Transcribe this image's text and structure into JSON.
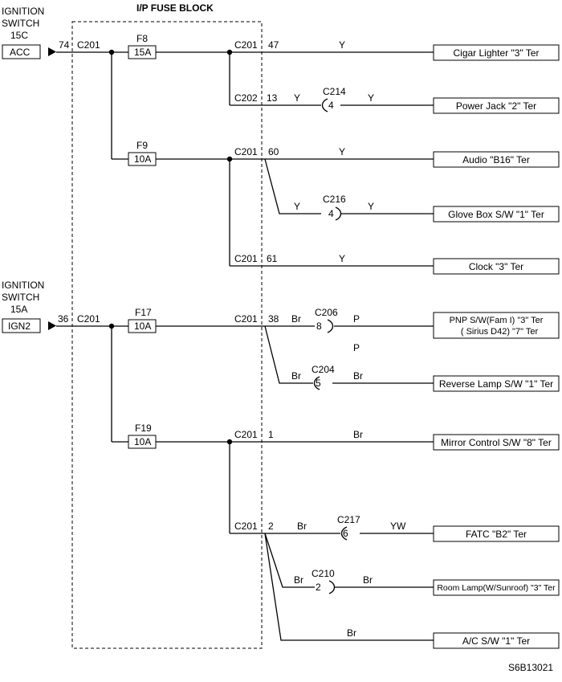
{
  "title": "I/P FUSE BLOCK",
  "diagram_id": "S6B13021",
  "sources": [
    {
      "l1": "IGNITION",
      "l2": "SWITCH",
      "l3": "15C",
      "box": "ACC",
      "pin": "74",
      "conn": "C201"
    },
    {
      "l1": "IGNITION",
      "l2": "SWITCH",
      "l3": "15A",
      "box": "IGN2",
      "pin": "36",
      "conn": "C201"
    }
  ],
  "fuses": [
    {
      "name": "F8",
      "rating": "15A"
    },
    {
      "name": "F9",
      "rating": "10A"
    },
    {
      "name": "F17",
      "rating": "10A"
    },
    {
      "name": "F19",
      "rating": "10A"
    }
  ],
  "splits": [
    {
      "conn": "C201",
      "pin": "47"
    },
    {
      "conn": "C202",
      "pin": "13"
    },
    {
      "conn": "C201",
      "pin": "60"
    },
    {
      "conn": "C201",
      "pin": "61"
    },
    {
      "conn": "C201",
      "pin": "38"
    },
    {
      "conn": "C201",
      "pin": "1"
    },
    {
      "conn": "C201",
      "pin": "2"
    }
  ],
  "inline_connectors": [
    {
      "name": "C214",
      "pin": "4"
    },
    {
      "name": "C216",
      "pin": "4"
    },
    {
      "name": "C206",
      "pin": "8"
    },
    {
      "name": "C204",
      "pin": "5"
    },
    {
      "name": "C217",
      "pin": "6"
    },
    {
      "name": "C210",
      "pin": "2"
    }
  ],
  "wire_colors": {
    "cigar": "Y",
    "jack_in": "Y",
    "jack_out": "Y",
    "audio": "Y",
    "glove_in": "Y",
    "glove_out": "Y",
    "clock": "Y",
    "pnp_in": "Br",
    "pnp_out": "P",
    "pnp_extra": "P",
    "rev_in": "Br",
    "rev_out": "Br",
    "mirror": "Br",
    "fatc_in": "Br",
    "fatc_out": "YW",
    "room_in": "Br",
    "room_out": "Br",
    "ac": "Br"
  },
  "loads": [
    "Cigar Lighter \"3\" Ter",
    "Power Jack \"2\" Ter",
    "Audio \"B16\" Ter",
    "Glove Box S/W \"1\" Ter",
    "Clock \"3\" Ter",
    "PNP S/W(Fam I) \"3\" Ter",
    "( Sirius D42) \"7\" Ter",
    "Reverse Lamp S/W \"1\" Ter",
    "Mirror Control S/W \"8\" Ter",
    "FATC \"B2\" Ter",
    "Room Lamp(W/Sunroof) \"3\" Ter",
    "A/C S/W \"1\" Ter"
  ]
}
